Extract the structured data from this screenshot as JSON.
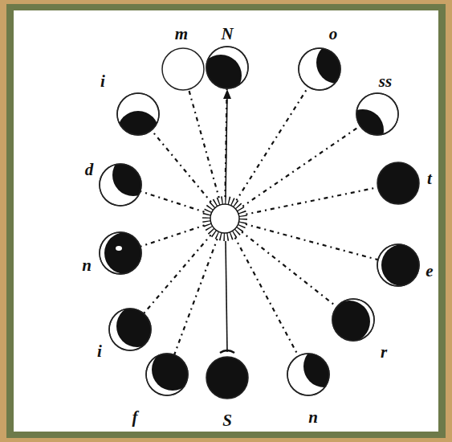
{
  "diagram": {
    "labels": [
      "N",
      "o",
      "ss",
      "t",
      "e",
      "r",
      "n",
      "S",
      "f",
      "i",
      "n",
      "d",
      "i",
      "m"
    ]
  }
}
